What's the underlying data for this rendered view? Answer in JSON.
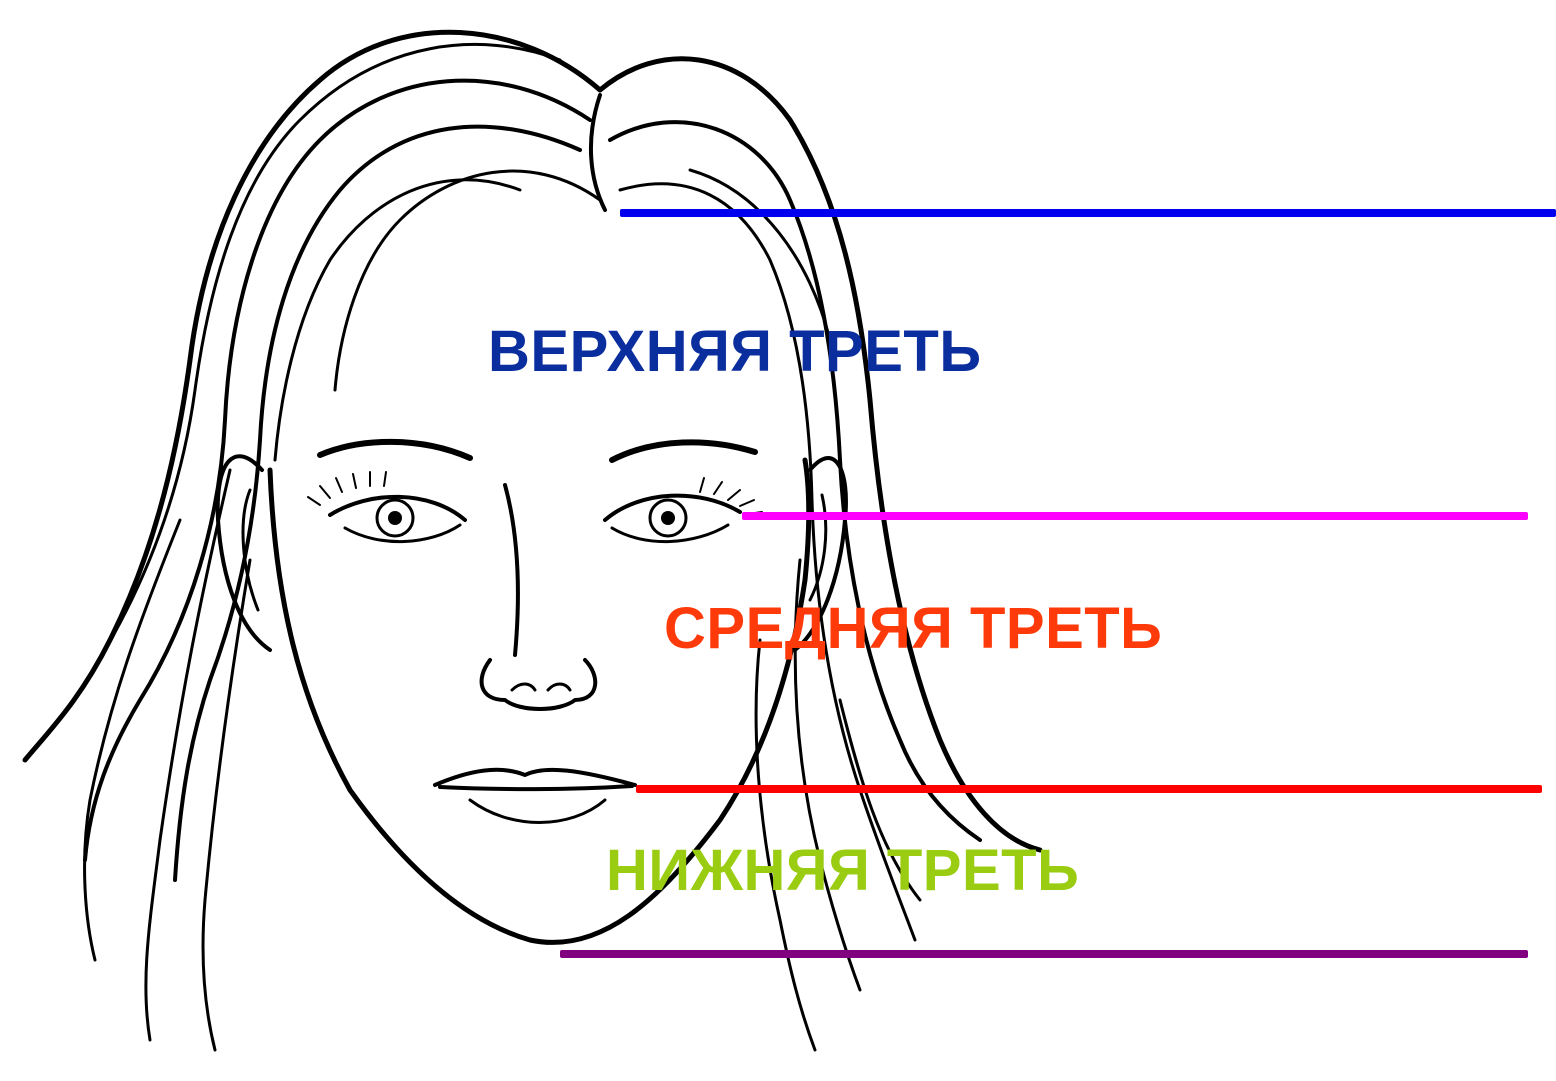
{
  "zones": [
    {
      "label": "ВЕРХНЯЯ ТРЕТЬ",
      "color": "#0b2e9e"
    },
    {
      "label": "СРЕДНЯЯ ТРЕТЬ",
      "color": "#ff3a0a"
    },
    {
      "label": "НИЖНЯЯ ТРЕТЬ",
      "color": "#9acd12"
    }
  ],
  "lines": {
    "hairline": "#0000ee",
    "brow": "#ff00ff",
    "nose_base": "#ff0000",
    "chin": "#800080"
  },
  "illustration": "female-face-line-drawing"
}
